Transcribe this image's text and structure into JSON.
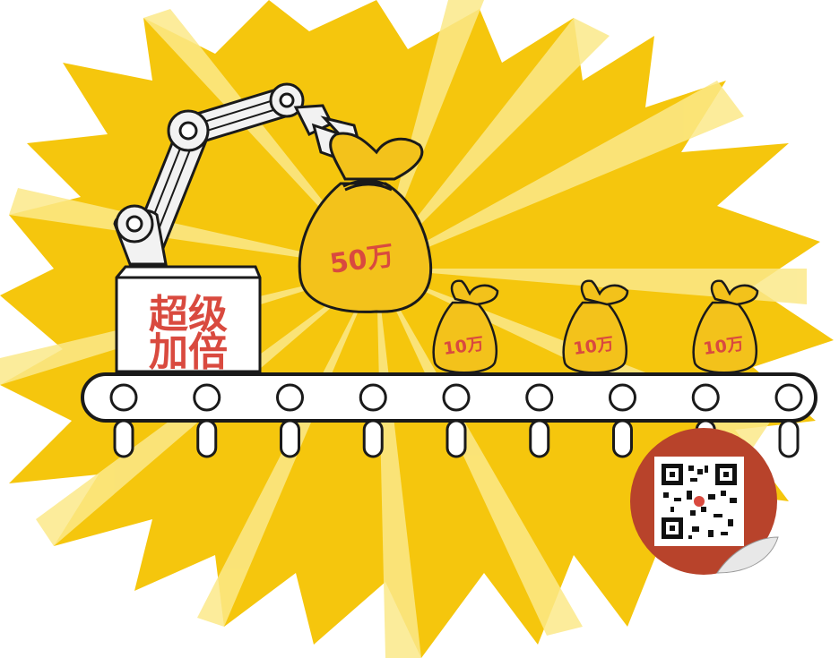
{
  "machine": {
    "label_line1": "超级",
    "label_line2": "加倍"
  },
  "bags": {
    "large_label": "50万",
    "small_labels": [
      "10万",
      "10万",
      "10万"
    ]
  },
  "conveyor": {
    "roller_count": 9
  },
  "qr_sticker": {
    "description_icon": "qr-code-icon"
  },
  "colors": {
    "burst_yellow": "#f5c60d",
    "burst_light": "#fbe98a",
    "bag_fill": "#f3c21b",
    "label_red": "#d94a3f",
    "sticker_brown": "#b8432b",
    "outline": "#1a1a1a"
  }
}
